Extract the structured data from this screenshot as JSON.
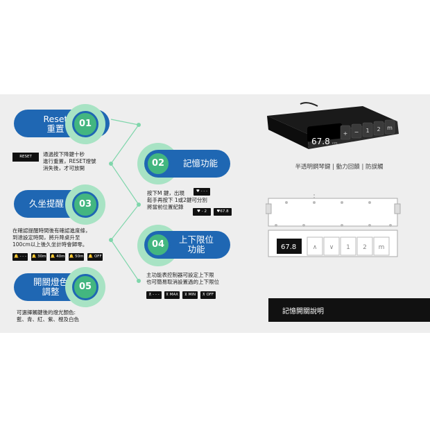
{
  "features": [
    {
      "num": "01",
      "title_lines": [
        "Reset",
        "重置"
      ],
      "desc": "通過按下降鍵十秒\n進行重置，RESET燈號\n消失後，才可放開",
      "key": "RESET"
    },
    {
      "num": "02",
      "title_lines": [
        "記憶功能"
      ],
      "desc": "按下M 鍵，出現\n鬆手再按下 1或2鍵可分別\n將當前位置紀錄",
      "keys": [
        "♥ - - -",
        "♥ - 2",
        "♥67.8"
      ]
    },
    {
      "num": "03",
      "title_lines": [
        "久坐提醒"
      ],
      "desc": "在確認提醒時間後有確認進度條，\n到達設定時間，將升降桌升至\n100cm以上後久坐計時會歸零。",
      "keys": [
        "🔔 - - -",
        "🔔 30m",
        "🔔 40m",
        "🔔 50m",
        "🔔 OFF"
      ]
    },
    {
      "num": "04",
      "title_lines": [
        "上下限位",
        "功能"
      ],
      "desc": "主功能表控制器可設定上下限\n也可簡易取消設置過的上下限位",
      "keys": [
        "⊼ - - -",
        "⊼ MAX",
        "⊻ MIN",
        "⊼ OFF"
      ]
    },
    {
      "num": "05",
      "title_lines": [
        "開關燈色",
        "調整"
      ],
      "desc": "可選擇觸鍵後的燈光顏色:\n藍、青、紅、紫、橙及白色"
    }
  ],
  "device": {
    "display": "67.8",
    "unit": "cm",
    "buttons": [
      "+",
      "−",
      "1",
      "2",
      "m"
    ]
  },
  "panel": {
    "display": "67.8",
    "buttons": [
      "∧",
      "∨",
      "1",
      "2",
      "m"
    ]
  },
  "caption": "半透明鋼琴鍵 | 動力回饋 | 防誤觸",
  "bar_title": "記憶開關說明"
}
